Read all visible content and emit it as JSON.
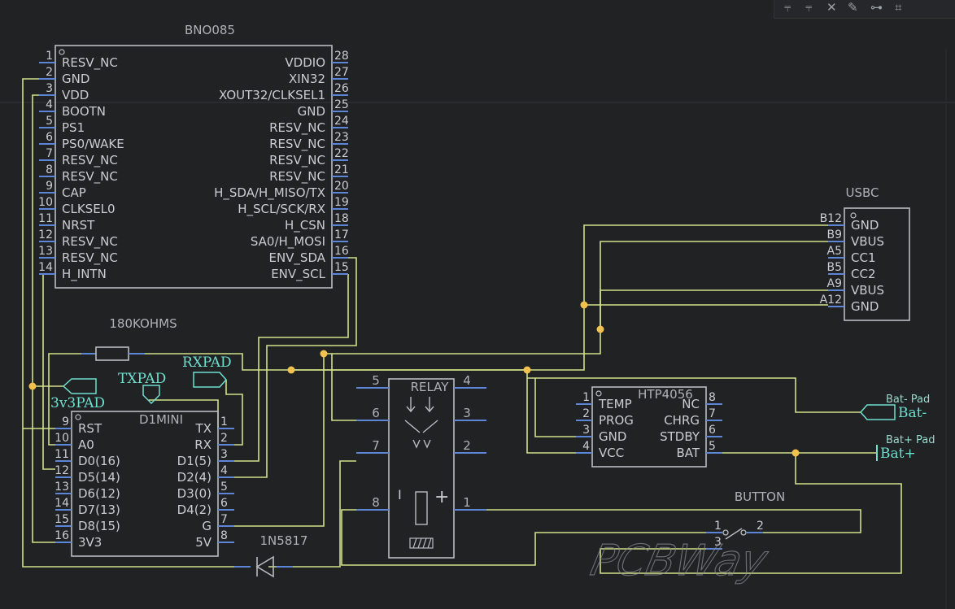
{
  "toolbar": {
    "icons": [
      "align-top-icon",
      "align-middle-icon",
      "delete-wire-icon",
      "pencil-icon",
      "net-label-icon",
      "bus-icon"
    ]
  },
  "components": {
    "bno": {
      "name": "BNO085",
      "left_pins": [
        {
          "num": "1",
          "label": "RESV_NC"
        },
        {
          "num": "2",
          "label": "GND"
        },
        {
          "num": "3",
          "label": "VDD"
        },
        {
          "num": "4",
          "label": "BOOTN"
        },
        {
          "num": "5",
          "label": "PS1"
        },
        {
          "num": "6",
          "label": "PS0/WAKE"
        },
        {
          "num": "7",
          "label": "RESV_NC"
        },
        {
          "num": "8",
          "label": "RESV_NC"
        },
        {
          "num": "9",
          "label": "CAP"
        },
        {
          "num": "10",
          "label": "CLKSEL0"
        },
        {
          "num": "11",
          "label": "NRST"
        },
        {
          "num": "12",
          "label": "RESV_NC"
        },
        {
          "num": "13",
          "label": "RESV_NC"
        },
        {
          "num": "14",
          "label": "H_INTN"
        }
      ],
      "right_pins": [
        {
          "num": "28",
          "label": "VDDIO"
        },
        {
          "num": "27",
          "label": "XIN32"
        },
        {
          "num": "26",
          "label": "XOUT32/CLKSEL1"
        },
        {
          "num": "25",
          "label": "GND"
        },
        {
          "num": "24",
          "label": "RESV_NC"
        },
        {
          "num": "23",
          "label": "RESV_NC"
        },
        {
          "num": "22",
          "label": "RESV_NC"
        },
        {
          "num": "21",
          "label": "RESV_NC"
        },
        {
          "num": "20",
          "label": "H_SDA/H_MISO/TX"
        },
        {
          "num": "19",
          "label": "H_SCL/SCK/RX"
        },
        {
          "num": "18",
          "label": "H_CSN"
        },
        {
          "num": "17",
          "label": "SA0/H_MOSI"
        },
        {
          "num": "16",
          "label": "ENV_SDA"
        },
        {
          "num": "15",
          "label": "ENV_SCL"
        }
      ]
    },
    "usbc": {
      "name": "USBC",
      "pins": [
        {
          "num": "B12",
          "label": "GND"
        },
        {
          "num": "B9",
          "label": "VBUS"
        },
        {
          "num": "A5",
          "label": "CC1"
        },
        {
          "num": "B5",
          "label": "CC2"
        },
        {
          "num": "A9",
          "label": "VBUS"
        },
        {
          "num": "A12",
          "label": "GND"
        }
      ]
    },
    "resistor": {
      "name": "180KOHMS"
    },
    "d1mini": {
      "name": "D1MINI",
      "left_pins": [
        {
          "num": "9",
          "label": "RST"
        },
        {
          "num": "10",
          "label": "A0"
        },
        {
          "num": "11",
          "label": "D0(16)"
        },
        {
          "num": "12",
          "label": "D5(14)"
        },
        {
          "num": "13",
          "label": "D6(12)"
        },
        {
          "num": "14",
          "label": "D7(13)"
        },
        {
          "num": "15",
          "label": "D8(15)"
        },
        {
          "num": "16",
          "label": "3V3"
        }
      ],
      "right_pins": [
        {
          "num": "1",
          "label": "TX"
        },
        {
          "num": "2",
          "label": "RX"
        },
        {
          "num": "3",
          "label": "D1(5)"
        },
        {
          "num": "4",
          "label": "D2(4)"
        },
        {
          "num": "5",
          "label": "D3(0)"
        },
        {
          "num": "6",
          "label": "D4(2)"
        },
        {
          "num": "7",
          "label": "G"
        },
        {
          "num": "8",
          "label": "5V"
        }
      ]
    },
    "relay": {
      "name": "RELAY",
      "pins_left": [
        "5",
        "6",
        "7",
        "8"
      ],
      "pins_right": [
        "4",
        "3",
        "2",
        "1"
      ],
      "minus": "I",
      "plus": "+"
    },
    "charger": {
      "name": "HTP4056",
      "left_pins": [
        {
          "num": "1",
          "label": "TEMP"
        },
        {
          "num": "2",
          "label": "PROG"
        },
        {
          "num": "3",
          "label": "GND"
        },
        {
          "num": "4",
          "label": "VCC"
        }
      ],
      "right_pins": [
        {
          "num": "8",
          "label": "NC"
        },
        {
          "num": "7",
          "label": "CHRG"
        },
        {
          "num": "6",
          "label": "STDBY"
        },
        {
          "num": "5",
          "label": "BAT"
        }
      ]
    },
    "diode": {
      "name": "1N5817"
    },
    "button": {
      "name": "BUTTON",
      "pins": [
        "1",
        "2",
        "3"
      ]
    }
  },
  "pads": {
    "txpad": "TXPAD",
    "rxpad": "RXPAD",
    "v3pad": "3v3PAD",
    "batneg_title": "Bat- Pad",
    "batneg": "Bat-",
    "batpos_title": "Bat+ Pad",
    "batpos": "Bat+"
  },
  "watermark": "PCBWay",
  "colors": {
    "wire": "#cfe28a",
    "pin": "#5e86d6",
    "pad": "#6fe0d0",
    "background": "#212224"
  }
}
